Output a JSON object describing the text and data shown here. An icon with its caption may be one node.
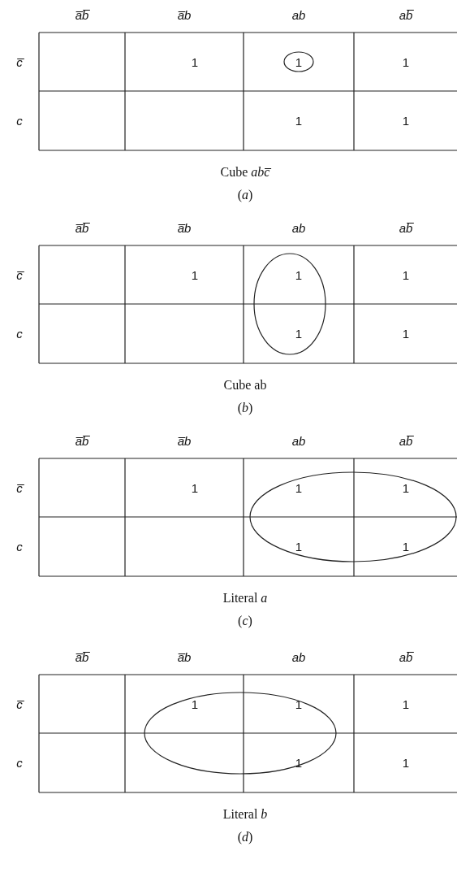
{
  "diagram": {
    "labels": [
      "a̅b̅",
      "a̅b",
      "ab",
      "ab̅",
      "c̅",
      "1",
      "1",
      "1",
      "c",
      "1",
      "1",
      "Cube *abc̅*",
      "(*a*)",
      "a̅b̅",
      "a̅b",
      "ab",
      "ab̅",
      "c̅",
      "1",
      "1",
      "1",
      "c",
      "1",
      "1",
      "Cube ab",
      "(*b*)",
      "a̅b̅",
      "a̅b",
      "ab",
      "ab̅",
      "c̅",
      "1",
      "1",
      "1",
      "c",
      "1",
      "1",
      "Literal *a*",
      "(*c*)",
      "a̅b̅",
      "a̅b",
      "ab",
      "ab̅",
      "c̅",
      "1",
      "1",
      "1",
      "c",
      "1",
      "1",
      "Literal *b*",
      "(*d*)"
    ]
  }
}
